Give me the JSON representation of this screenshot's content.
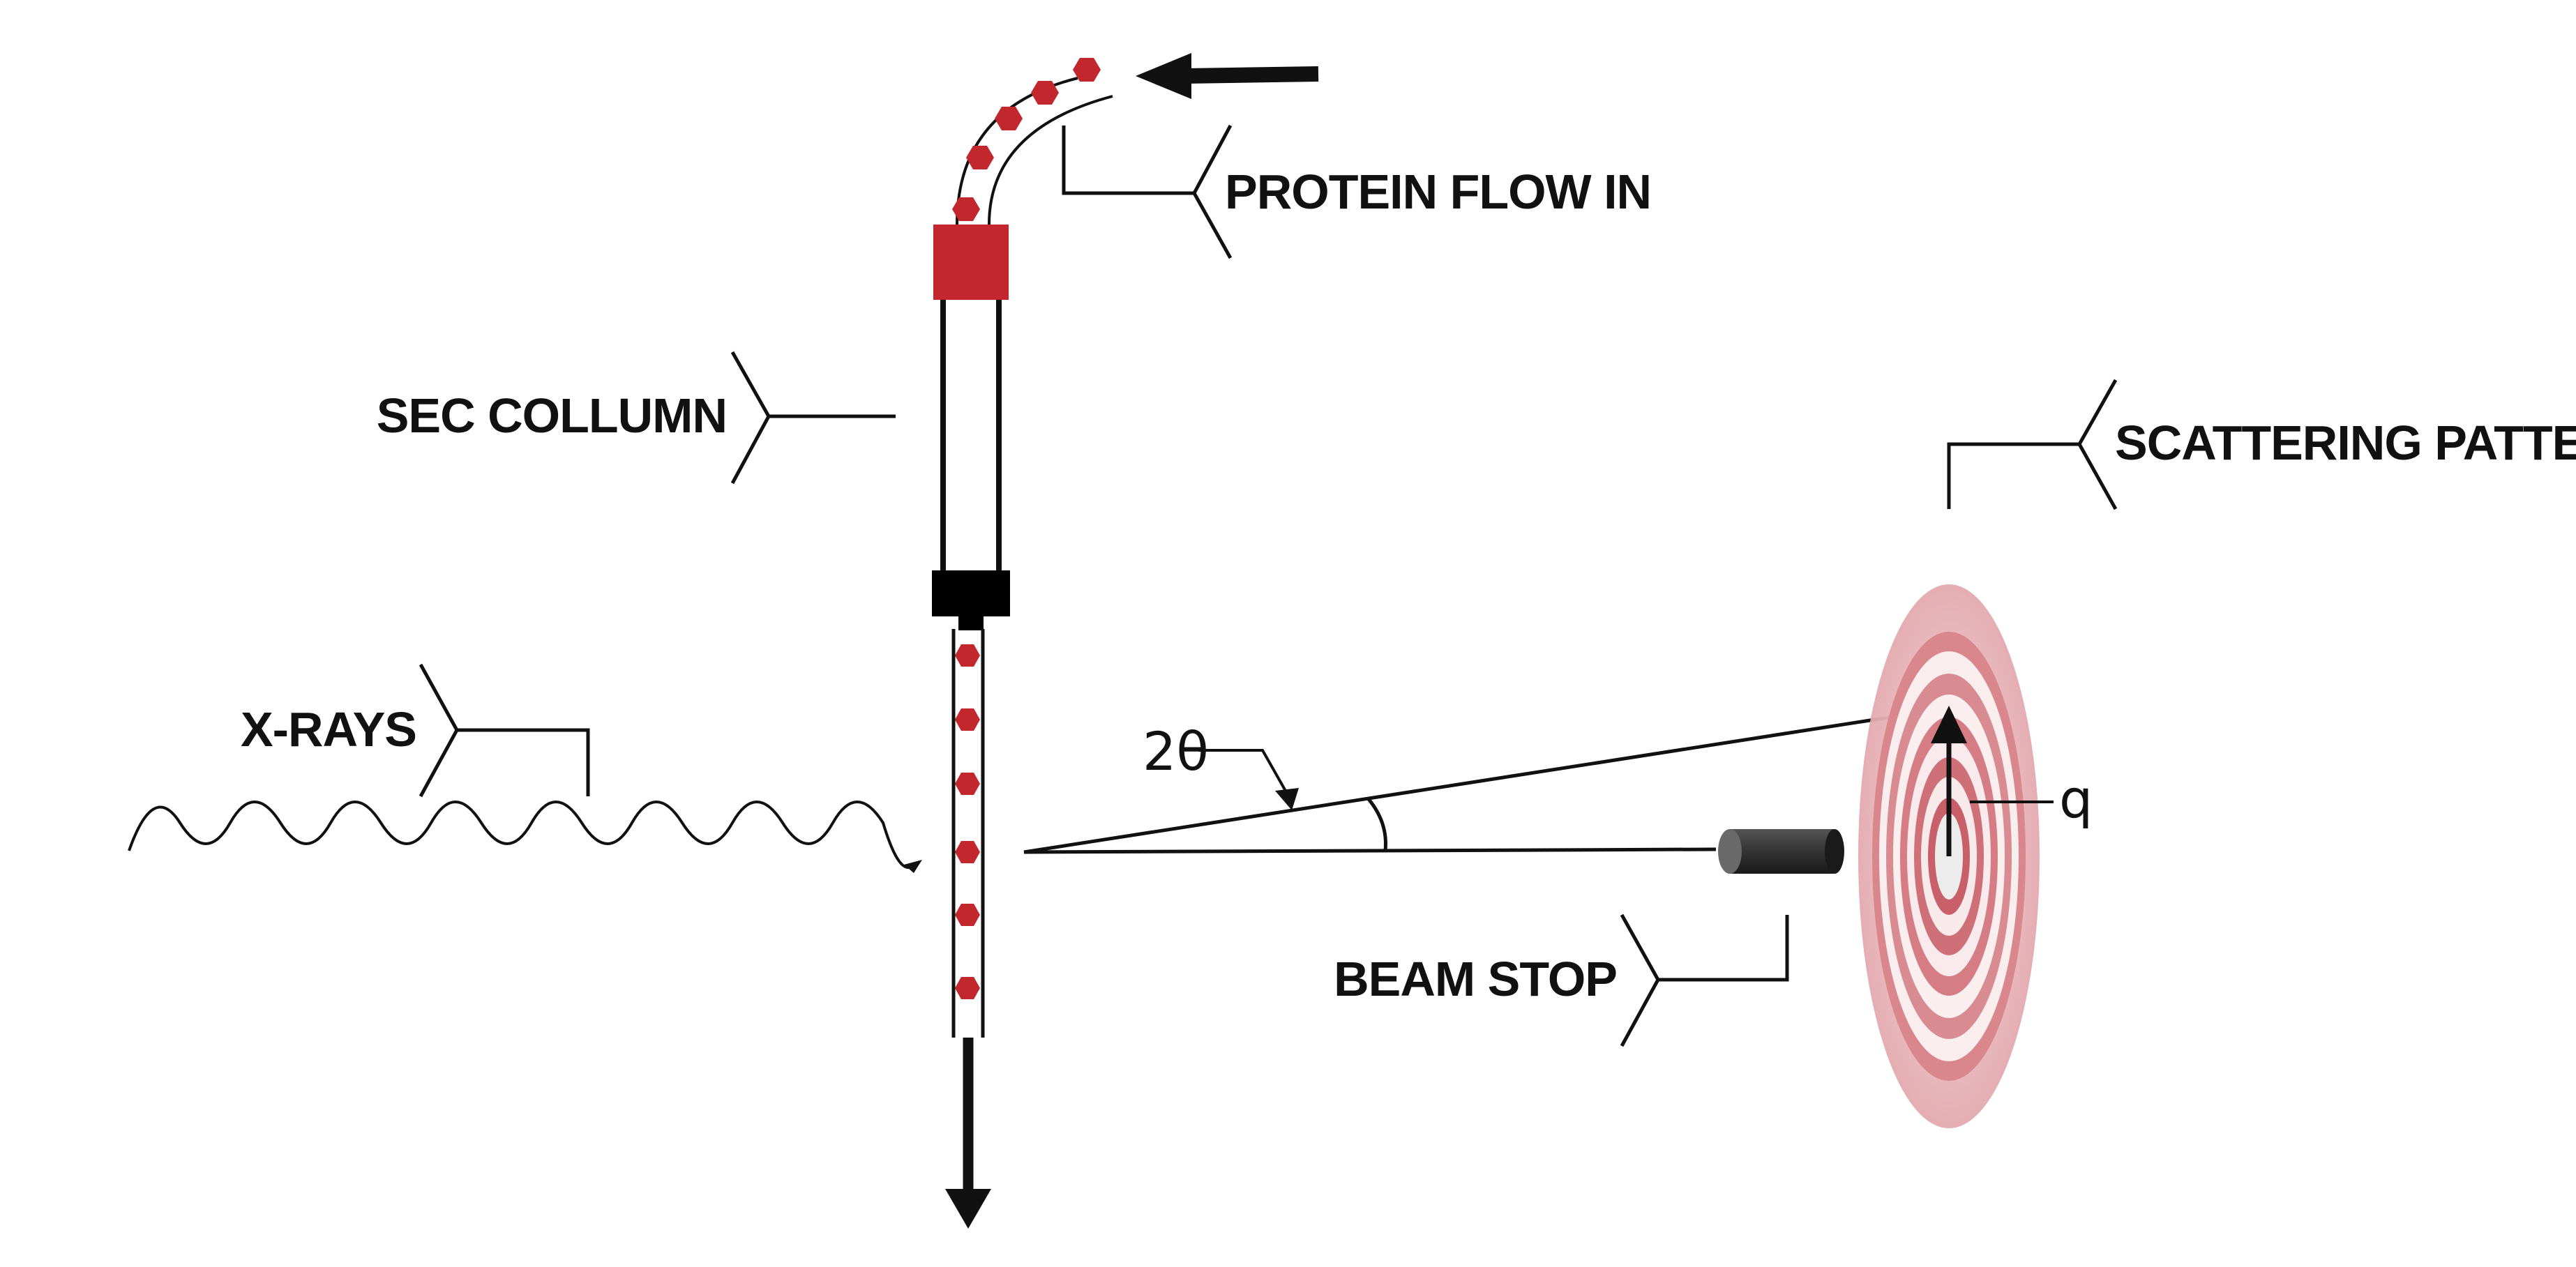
{
  "diagram": {
    "labels": {
      "protein_flow_in": "PROTEIN FLOW IN",
      "sec_column": "SEC COLLUMN",
      "xrays": "X-RAYS",
      "scattering_pattern": "SCATTERING PATTERN",
      "beam_stop": "BEAM STOP",
      "two_theta": "2θ",
      "q": "q"
    },
    "colors": {
      "protein": "#c1272d",
      "column_cap_top": "#c1272d",
      "column_cap_bottom": "#000000",
      "line": "#111111",
      "pattern_outer": "#e8b4b8",
      "pattern_ring": "#d9868d",
      "pattern_center": "#f2f2f2",
      "beam_stop": "#3a3a3a"
    },
    "icons": [
      "flow-in-arrow",
      "flow-out-arrow",
      "protein-particle",
      "xray-wave",
      "beam-stop-cylinder",
      "scattering-rings",
      "q-vector-arrow"
    ]
  }
}
